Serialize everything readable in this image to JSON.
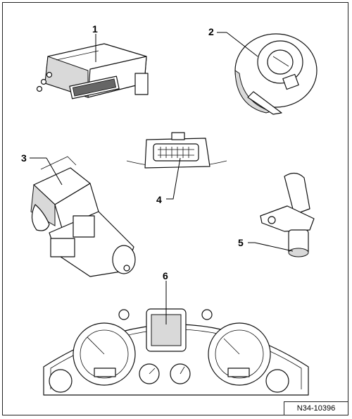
{
  "callouts": {
    "c1": "1",
    "c2": "2",
    "c3": "3",
    "c4": "4",
    "c5": "5",
    "c6": "6"
  },
  "reference": "N34-10396",
  "icons": [
    "control-unit-icon",
    "light-switch-icon",
    "ignition-lock-icon",
    "diagnostic-connector-icon",
    "sensor-icon",
    "instrument-cluster-icon"
  ]
}
